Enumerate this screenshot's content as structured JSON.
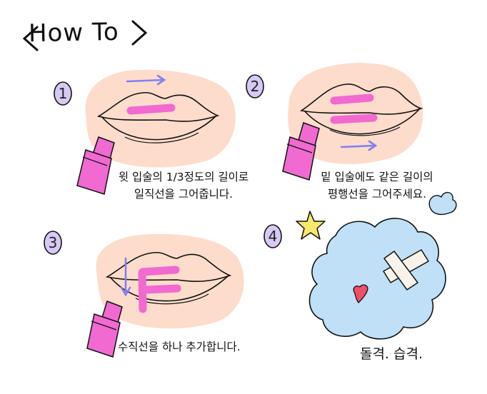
{
  "title": "How To",
  "steps": [
    {
      "number": "1",
      "lines": [
        "윗 입술의 1/3정도의 길이로",
        "일직선을 그어줍니다."
      ]
    },
    {
      "number": "2",
      "lines": [
        "밑 입술에도 같은 길이의",
        "평행선을 그어주세요."
      ]
    },
    {
      "number": "3",
      "lines": [
        "수직선을 하나 추가합니다."
      ]
    },
    {
      "number": "4",
      "lines": [
        "돌격. 습격."
      ]
    }
  ],
  "colors": {
    "skin": "#fddccb",
    "lipstick": "#f06ad1",
    "lipstick_dark": "#d14db3",
    "arrow": "#8080f4",
    "number_bg": "#d7c8f4",
    "cloud": "#bfe0f6",
    "star": "#f7e96b",
    "plaster": "#f7f2ea",
    "heart": "#f04f6a"
  }
}
